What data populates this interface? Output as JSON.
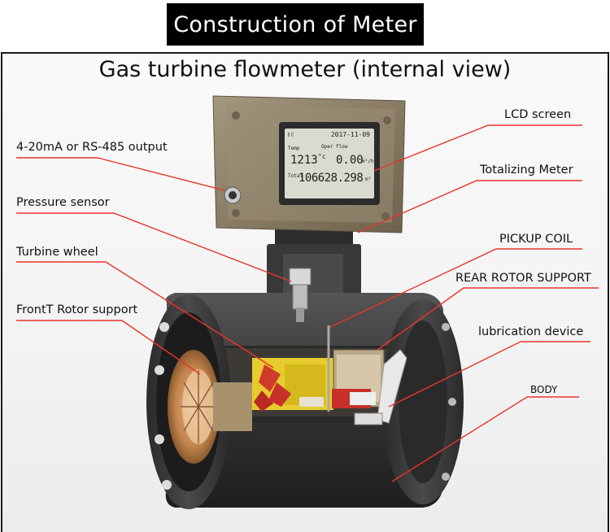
{
  "header": {
    "title": "Construction of  Meter"
  },
  "diagram": {
    "title": "Gas turbine flowmeter (internal view)"
  },
  "lcd": {
    "date": "2017-11-09",
    "temp_value": "1213",
    "temp_unit": "°c",
    "flow_value": "0.00",
    "flow_unit": "m³/h",
    "total_value": "106628.298",
    "total_unit": "m³",
    "temp_label": "Temp",
    "flow_label": "Oper flow",
    "total_label": "Total"
  },
  "labels": {
    "output": "4-20mA or RS-485 output",
    "pressure": "Pressure sensor",
    "turbine": "Turbine wheel",
    "front_support": "FrontT Rotor support",
    "lcd": "LCD screen",
    "totalizing": "Totalizing Meter",
    "pickup": "PICKUP COIL",
    "rear_support": "REAR ROTOR SUPPORT",
    "lubrication": "lubrication device",
    "body": "BODY"
  },
  "colors": {
    "leader_line": "#e8352a",
    "housing": "#8d7f68",
    "body": "#3a3a3a",
    "lcd_bg": "#d7dccf",
    "rotor": "#c2844c",
    "yellow_part": "#e6cc2c"
  }
}
